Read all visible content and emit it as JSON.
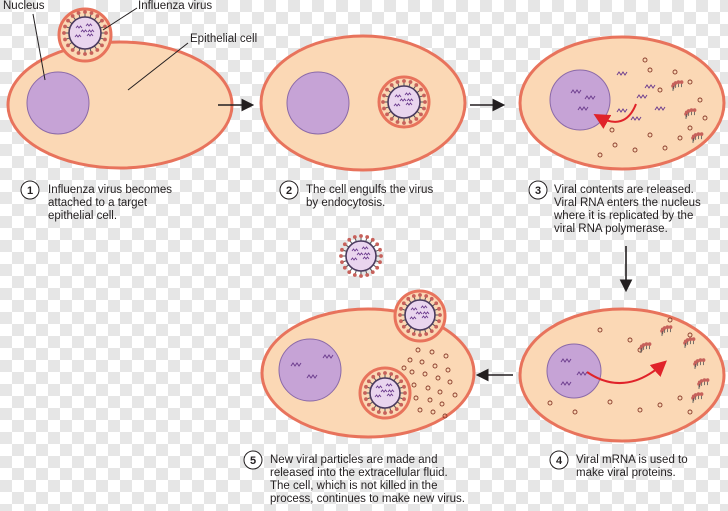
{
  "labels": {
    "nucleus": "Nucleus",
    "influenza_virus": "Influenza virus",
    "epithelial_cell": "Epithelial cell"
  },
  "steps": [
    {
      "number": "1",
      "lines": [
        "Influenza virus becomes",
        "attached to a target",
        "epithelial cell."
      ]
    },
    {
      "number": "2",
      "lines": [
        "The cell engulfs the virus",
        "by endocytosis."
      ]
    },
    {
      "number": "3",
      "lines": [
        "Viral contents are released.",
        "Viral RNA enters the nucleus",
        "where it is replicated by the",
        "viral RNA polymerase."
      ]
    },
    {
      "number": "4",
      "lines": [
        "Viral mRNA is used to",
        "make viral proteins."
      ]
    },
    {
      "number": "5",
      "lines": [
        "New viral particles are made and",
        "released into the extracellular fluid.",
        "The cell, which is not killed in the",
        "process, continues to make new virus."
      ]
    }
  ],
  "colors": {
    "background_light": "#ffffff",
    "background_dark": "#e6e6e6",
    "cell_fill": "#fbd8b5",
    "cell_stroke": "#e8735c",
    "nucleus_fill": "#c6a3d6",
    "nucleus_stroke": "#8b6aa8",
    "virus_core": "#e9d5ee",
    "virus_rna": "#6e3f8f",
    "spike_dot": "#c7615b",
    "arrow": "#231f20",
    "red_arrow": "#e0232a"
  }
}
